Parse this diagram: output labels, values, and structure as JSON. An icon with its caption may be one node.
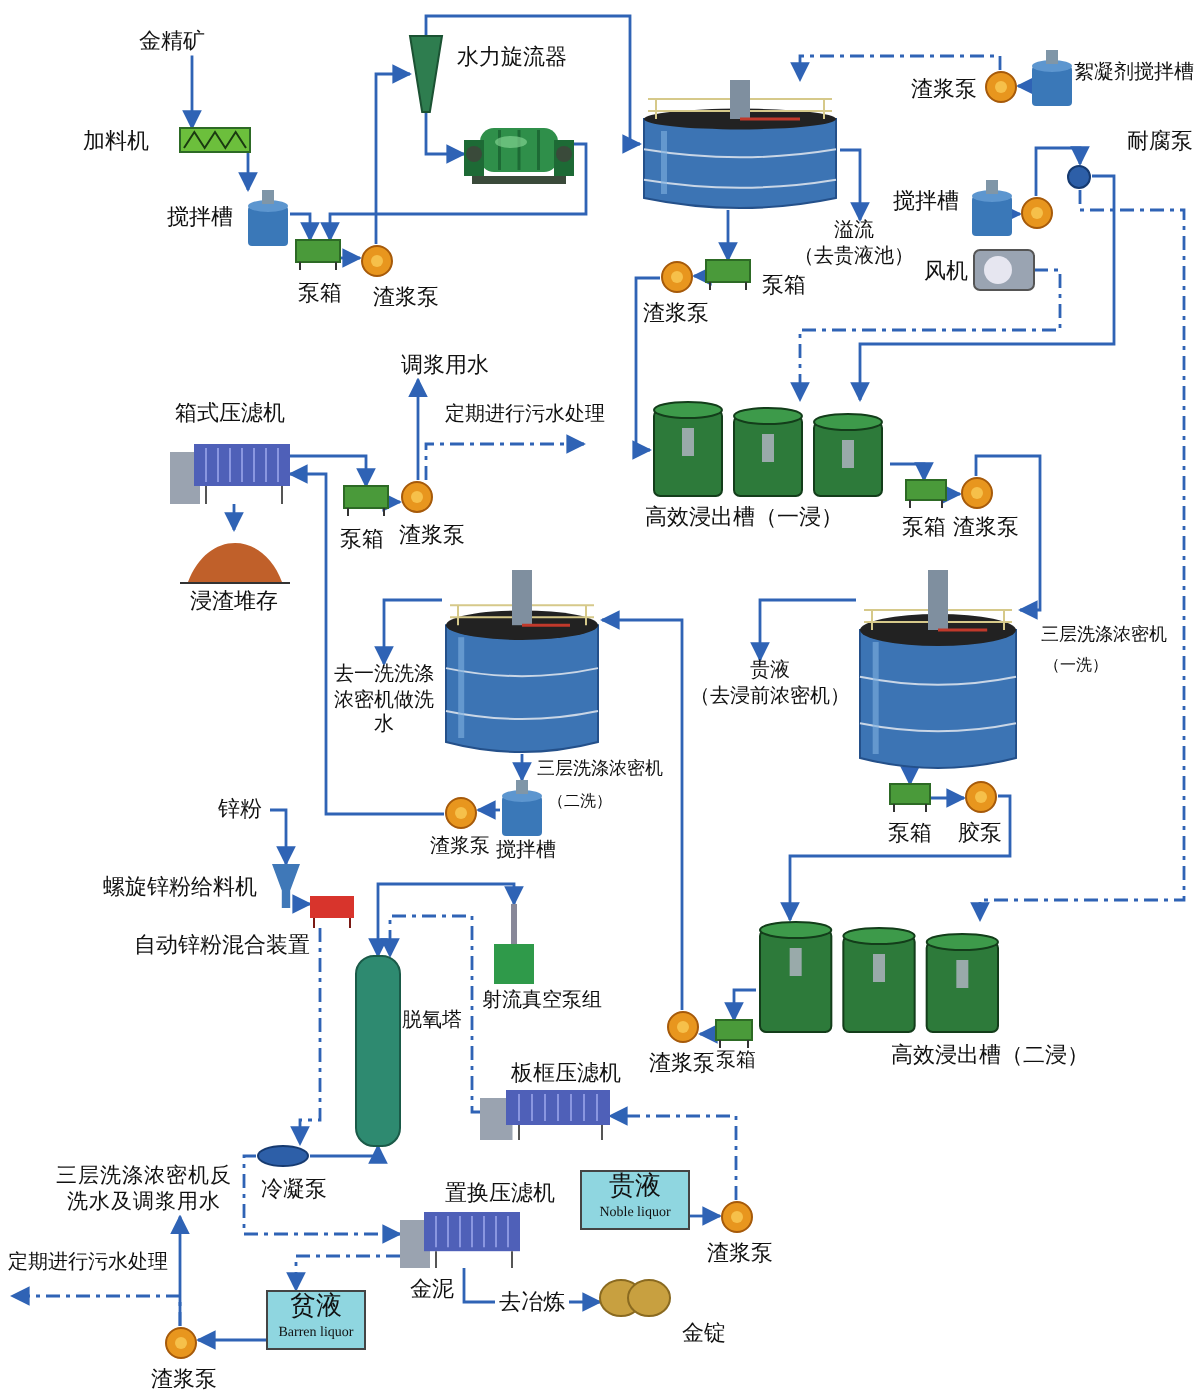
{
  "diagram": {
    "nodes": [
      {
        "text": [
          "金精矿"
        ]
      },
      {
        "text": [
          "加料机"
        ]
      },
      {
        "text": [
          "搅拌槽"
        ]
      },
      {
        "text": [
          "泵箱"
        ]
      },
      {
        "text": [
          "渣浆泵"
        ]
      },
      {
        "text": [
          "水力旋流器"
        ]
      },
      {
        "text": [],
        "shape": "picture"
      },
      {
        "text": [],
        "shape": "picture"
      },
      {
        "text": [
          "溢流",
          "（去贵液池）"
        ]
      },
      {
        "text": [
          "渣浆泵"
        ]
      },
      {
        "text": [
          "絮凝剂搅拌槽"
        ]
      },
      {
        "text": [
          "渣浆泵"
        ]
      },
      {
        "text": [
          "泵箱"
        ]
      },
      {
        "text": [
          "搅拌槽"
        ]
      },
      {
        "text": [],
        "shape": "picture"
      },
      {
        "text": [
          "耐腐泵"
        ]
      },
      {
        "text": [
          "风机"
        ]
      },
      {
        "text": [
          "箱式压滤机"
        ]
      },
      {
        "text": [
          "浸渣堆存"
        ]
      },
      {
        "text": [
          "泵箱"
        ]
      },
      {
        "text": [
          "渣浆泵"
        ]
      },
      {
        "text": [
          "调浆用水"
        ]
      },
      {
        "text": [
          "高效浸出槽（一浸）"
        ]
      },
      {
        "text": [
          "泵箱"
        ]
      },
      {
        "text": [
          "渣浆泵"
        ]
      },
      {
        "text": [
          "三层洗涤浓密机",
          "（一洗）"
        ]
      },
      {
        "text": [
          "贵液",
          "（去浸前浓密机）"
        ]
      },
      {
        "text": [
          "泵箱"
        ]
      },
      {
        "text": [
          "胶泵"
        ]
      },
      {
        "text": [
          "三层洗涤浓密机",
          "（二洗）"
        ]
      },
      {
        "text": [
          "去一洗洗涤浓密机做洗水"
        ]
      },
      {
        "text": [
          "渣浆泵"
        ]
      },
      {
        "text": [
          "搅拌槽"
        ]
      },
      {
        "text": [
          "锌粉"
        ]
      },
      {
        "text": [
          "螺旋锌粉给料机"
        ]
      },
      {
        "text": [
          "自动锌粉混合装置"
        ]
      },
      {
        "text": [
          "脱氧塔"
        ]
      },
      {
        "text": [
          "射流真空泵组"
        ]
      },
      {
        "text": [
          "板框压滤机"
        ]
      },
      {
        "text": [
          "冷凝泵"
        ]
      },
      {
        "text": [
          "置换压滤机"
        ],
        "beside": [
          "金泥"
        ]
      },
      {
        "text": [
          "贵液",
          "Noble liquor"
        ]
      },
      {
        "text": [
          "渣浆泵"
        ]
      },
      {
        "text": [
          "贫液",
          "Barren liquor"
        ]
      },
      {
        "text": [
          "渣浆泵"
        ]
      },
      {
        "text": [
          "三层洗涤浓密机反洗水及调浆用水"
        ]
      },
      {
        "text": [
          "金锭"
        ]
      },
      {
        "text": [
          "高效浸出槽（二浸）"
        ]
      },
      {
        "text": [
          "渣浆泵"
        ]
      },
      {
        "text": [
          "泵箱"
        ]
      }
    ],
    "edges": [
      {
        "from": 0,
        "to": 1,
        "arrow": "to"
      },
      {
        "from": 1,
        "to": 2,
        "arrow": "to"
      },
      {
        "from": 2,
        "to": 3,
        "arrow": "to"
      },
      {
        "from": 3,
        "to": 4,
        "arrow": "to"
      },
      {
        "from": 4,
        "to": 5,
        "arrow": "to"
      },
      {
        "from": 5,
        "to": 6,
        "arrow": "to"
      },
      {
        "from": 6,
        "to": 3,
        "arrow": "to"
      },
      {
        "from": 5,
        "to": 7,
        "arrow": "to"
      },
      {
        "from": 7,
        "to": 8,
        "arrow": "to"
      },
      {
        "from": 7,
        "to": 12,
        "arrow": "to"
      },
      {
        "from": 12,
        "to": 11,
        "arrow": "to"
      },
      {
        "from": 10,
        "to": 9,
        "arrow": "to"
      },
      {
        "from": 9,
        "to": 7,
        "arrow": "to",
        "style": "dashed"
      },
      {
        "from": 11,
        "to": 22,
        "arrow": "to"
      },
      {
        "from": 13,
        "to": 14,
        "arrow": "to"
      },
      {
        "from": 14,
        "to": 15,
        "arrow": "to"
      },
      {
        "from": 15,
        "to": 22,
        "arrow": "to"
      },
      {
        "from": 16,
        "to": 22,
        "arrow": "to",
        "style": "dashed"
      },
      {
        "from": 15,
        "to": 47,
        "arrow": "to",
        "style": "dashed"
      },
      {
        "from": 22,
        "to": 23,
        "arrow": "to"
      },
      {
        "from": 23,
        "to": 24,
        "arrow": "to"
      },
      {
        "from": 24,
        "to": 25,
        "arrow": "to"
      },
      {
        "from": 25,
        "to": 26,
        "arrow": "to"
      },
      {
        "from": 25,
        "to": 27,
        "arrow": "to"
      },
      {
        "from": 27,
        "to": 28,
        "arrow": "to"
      },
      {
        "from": 28,
        "to": 47,
        "arrow": "to"
      },
      {
        "from": 47,
        "to": 49,
        "arrow": "to"
      },
      {
        "from": 49,
        "to": 48,
        "arrow": "to"
      },
      {
        "from": 48,
        "to": 29,
        "arrow": "to"
      },
      {
        "from": 29,
        "to": 30,
        "arrow": "to"
      },
      {
        "from": 29,
        "to": 32,
        "arrow": "to"
      },
      {
        "from": 32,
        "to": 31,
        "arrow": "to"
      },
      {
        "from": 31,
        "to": 17,
        "arrow": "to"
      },
      {
        "from": 17,
        "to": 18,
        "arrow": "to"
      },
      {
        "from": 17,
        "to": 19,
        "arrow": "to"
      },
      {
        "from": 19,
        "to": 20,
        "arrow": "to"
      },
      {
        "from": 20,
        "to": 21,
        "arrow": "to"
      },
      {
        "from": 20,
        "to": null,
        "arrow": "to",
        "label": "定期进行污水处理",
        "style": "dashed"
      },
      {
        "from": 33,
        "to": 34,
        "arrow": "to"
      },
      {
        "from": 34,
        "to": 35,
        "arrow": "to"
      },
      {
        "from": 35,
        "to": 39,
        "arrow": "to",
        "style": "dashed"
      },
      {
        "from": 39,
        "to": 36,
        "arrow": "to"
      },
      {
        "from": 36,
        "to": 37,
        "arrow": "both"
      },
      {
        "from": 38,
        "to": 36,
        "arrow": "to",
        "style": "dashed"
      },
      {
        "from": 41,
        "to": 42,
        "arrow": "to"
      },
      {
        "from": 42,
        "to": 38,
        "arrow": "to",
        "style": "dashed"
      },
      {
        "from": 39,
        "to": 40,
        "arrow": "to",
        "style": "dashed"
      },
      {
        "from": 40,
        "to": 43,
        "arrow": "to",
        "style": "dashed"
      },
      {
        "from": 40,
        "to": 46,
        "arrow": "to",
        "label": "去冶炼"
      },
      {
        "from": 43,
        "to": 44,
        "arrow": "to"
      },
      {
        "from": 44,
        "to": 45,
        "arrow": "to"
      },
      {
        "from": 44,
        "to": null,
        "arrow": "to",
        "label": "定期进行污水处理",
        "style": "dashed"
      }
    ]
  }
}
